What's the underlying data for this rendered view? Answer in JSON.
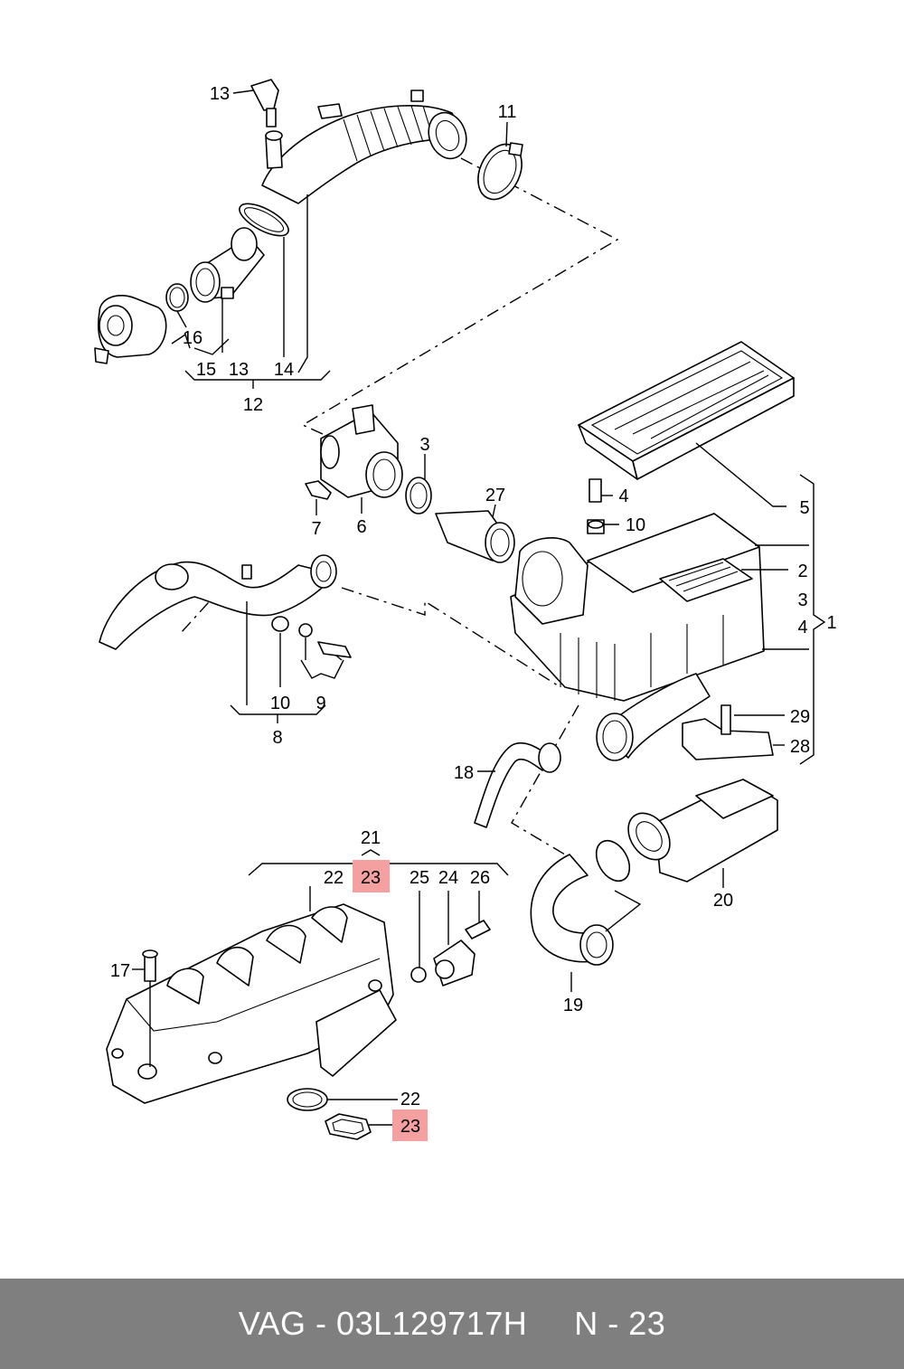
{
  "footer": {
    "part_number_text": "VAG - 03L129717H",
    "ref_text": "N - 23"
  },
  "highlight_color": "#f4a0a0",
  "callouts": {
    "c1": "1",
    "c2": "2",
    "c3a": "3",
    "c3b": "3",
    "c4a": "4",
    "c4b": "4",
    "c5": "5",
    "c6": "6",
    "c7": "7",
    "c8": "8",
    "c9": "9",
    "c10a": "10",
    "c10b": "10",
    "c11": "11",
    "c12": "12",
    "c13a": "13",
    "c13b": "13",
    "c14": "14",
    "c15": "15",
    "c16": "16",
    "c17": "17",
    "c18": "18",
    "c19": "19",
    "c20": "20",
    "c21": "21",
    "c22a": "22",
    "c22b": "22",
    "c23a": "23",
    "c23b": "23",
    "c24": "24",
    "c25": "25",
    "c26": "26",
    "c27": "27",
    "c28": "28",
    "c29": "29"
  }
}
